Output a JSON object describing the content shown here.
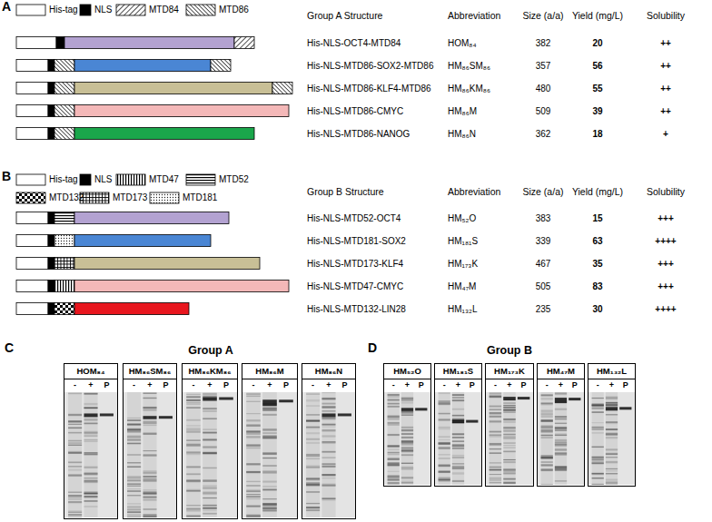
{
  "diagram": {
    "nodes": [
      {
        "text": [
          "HOM₈₄",
          "-",
          "+",
          "P"
        ]
      },
      {
        "text": [
          "HM₈₆SM₈₆",
          "-",
          "+",
          "P"
        ]
      },
      {
        "text": [
          "HM₈₆KM₈₆",
          "-",
          "+",
          "P"
        ]
      },
      {
        "text": [
          "HM₈₆M",
          "-",
          "+",
          "P"
        ]
      },
      {
        "text": [
          "HM₈₆N",
          "-",
          "+",
          "P"
        ]
      },
      {
        "text": [
          "HM₅₂O",
          "-",
          "+",
          "P"
        ]
      },
      {
        "text": [
          "HM₁₈₁S",
          "-",
          "+",
          "P"
        ]
      },
      {
        "text": [
          "HM₁₇₃K",
          "-",
          "+",
          "P"
        ]
      },
      {
        "text": [
          "HM₄₇M",
          "-",
          "+",
          "P"
        ]
      },
      {
        "text": [
          "HM₁₃₂L",
          "-",
          "+",
          "P"
        ]
      }
    ],
    "labels": [
      "A",
      "Group A Structure",
      "Abbreviation",
      "Size (a/a)",
      "Yield (mg/L)",
      "Solubility",
      "His-NLS-OCT4-MTD84",
      "HOM₈₄",
      "382",
      "20",
      "++",
      "His-NLS-MTD86-SOX2-MTD86",
      "HM₈₆SM₈₆",
      "357",
      "56",
      "++",
      "His-NLS-MTD86-KLF4-MTD86",
      "HM₈₆KM₈₆",
      "480",
      "55",
      "++",
      "His-NLS-MTD86-CMYC",
      "HM₈₆M",
      "509",
      "39",
      "++",
      "His-NLS-MTD86-NANOG",
      "HM₈₆N",
      "362",
      "18",
      "+",
      "B",
      "Group B Structure",
      "Abbreviation",
      "Size (a/a)",
      "Yield (mg/L)",
      "Solubility",
      "His-NLS-MTD52-OCT4",
      "HM₅₂O",
      "383",
      "15",
      "+++",
      "His-NLS-MTD181-SOX2",
      "HM₁₈₁S",
      "339",
      "63",
      "++++",
      "His-NLS-MTD173-KLF4",
      "HM₁₇₃K",
      "467",
      "35",
      "+++",
      "His-NLS-MTD47-CMYC",
      "HM₄₇M",
      "505",
      "83",
      "+++",
      "His-NLS-MTD132-LIN28",
      "HM₁₃₂L",
      "235",
      "30",
      "++++",
      "C",
      "Group A",
      "D",
      "Group B"
    ],
    "legend": [
      {
        "text": "His-tag",
        "color": "#ffffff"
      },
      {
        "text": "NLS",
        "color": "#000000"
      },
      {
        "text": "MTD84"
      },
      {
        "text": "MTD86"
      },
      {
        "text": "His-tag",
        "color": "#ffffff"
      },
      {
        "text": "NLS",
        "color": "#000000"
      },
      {
        "text": "MTD47"
      },
      {
        "text": "MTD52"
      },
      {
        "text": "MTD132"
      },
      {
        "text": "MTD173"
      },
      {
        "text": "MTD181"
      }
    ]
  }
}
